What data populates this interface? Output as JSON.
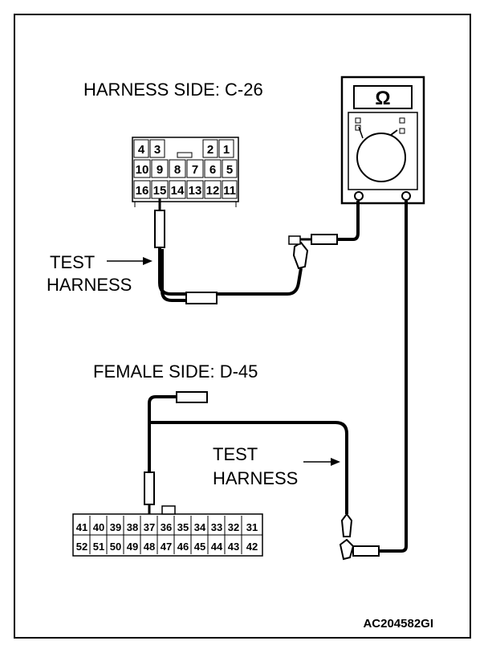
{
  "labels": {
    "harness_side": "HARNESS SIDE: C-26",
    "female_side": "FEMALE SIDE: D-45",
    "test": "TEST",
    "harness": "HARNESS",
    "figure_code": "AC204582GI",
    "meter_symbol": "Ω"
  },
  "connector_c26": {
    "row1": [
      "4",
      "3",
      "2",
      "1"
    ],
    "row2": [
      "10",
      "9",
      "8",
      "7",
      "6",
      "5"
    ],
    "row3": [
      "16",
      "15",
      "14",
      "13",
      "12",
      "11"
    ]
  },
  "connector_d45": {
    "row1": [
      "41",
      "40",
      "39",
      "38",
      "37",
      "36",
      "35",
      "34",
      "33",
      "32",
      "31"
    ],
    "row2": [
      "52",
      "51",
      "50",
      "49",
      "48",
      "47",
      "46",
      "45",
      "44",
      "43",
      "42"
    ]
  },
  "icons": [
    "ohmmeter-icon",
    "probe-icon",
    "connector-icon"
  ]
}
